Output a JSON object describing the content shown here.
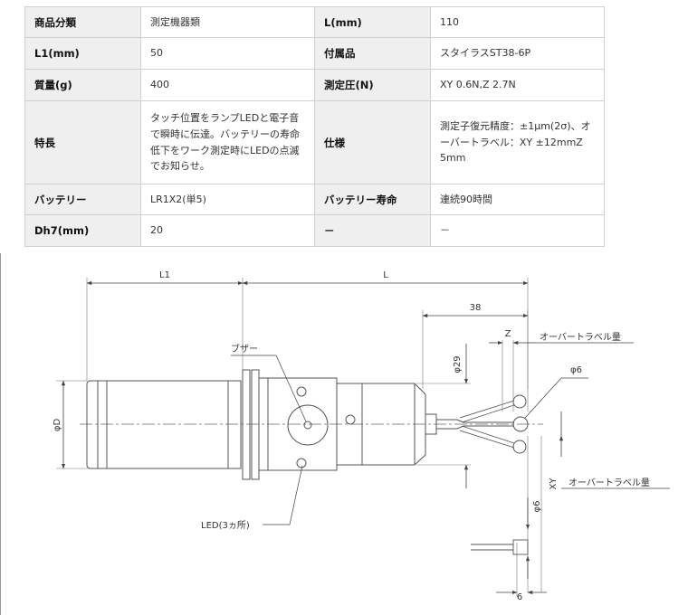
{
  "spec_table": {
    "rows": [
      {
        "label1": "商品分類",
        "value1": "測定機器類",
        "label2": "L(mm)",
        "value2": "110"
      },
      {
        "label1": "L1(mm)",
        "value1": "50",
        "label2": "付属品",
        "value2": "スタイラスST38-6P"
      },
      {
        "label1": "質量(g)",
        "value1": "400",
        "label2": "測定圧(N)",
        "value2": "XY 0.6N,Z 2.7N"
      },
      {
        "label1": "特長",
        "value1": "タッチ位置をランプLEDと電子音で瞬時に伝達。バッテリーの寿命低下をワーク測定時にLEDの点滅でお知らせ。",
        "label2": "仕様",
        "value2": "測定子復元精度：±1μm(2σ)、オーバートラベル：XY ±12mmZ 5mm"
      },
      {
        "label1": "バッテリー",
        "value1": "LR1X2(単5)",
        "label2": "バッテリー寿命",
        "value2": "連続90時間"
      },
      {
        "label1": "Dh7(mm)",
        "value1": "20",
        "label2": "－",
        "value2": "－"
      }
    ]
  },
  "drawing": {
    "dim_L1": "L1",
    "dim_L": "L",
    "dim_38": "38",
    "dim_Z": "Z",
    "overtravel_1": "オーバートラベル量",
    "overtravel_2": "オーバートラベル量",
    "dim_phi29": "φ29",
    "dim_phi6_ball": "φ6",
    "dim_phiD": "φD",
    "buzzer_label": "ブザー",
    "led_label": "LED(3ヵ所)",
    "dim_XY": "XY",
    "dim_phi6_small": "φ6",
    "dim_6": "6"
  }
}
